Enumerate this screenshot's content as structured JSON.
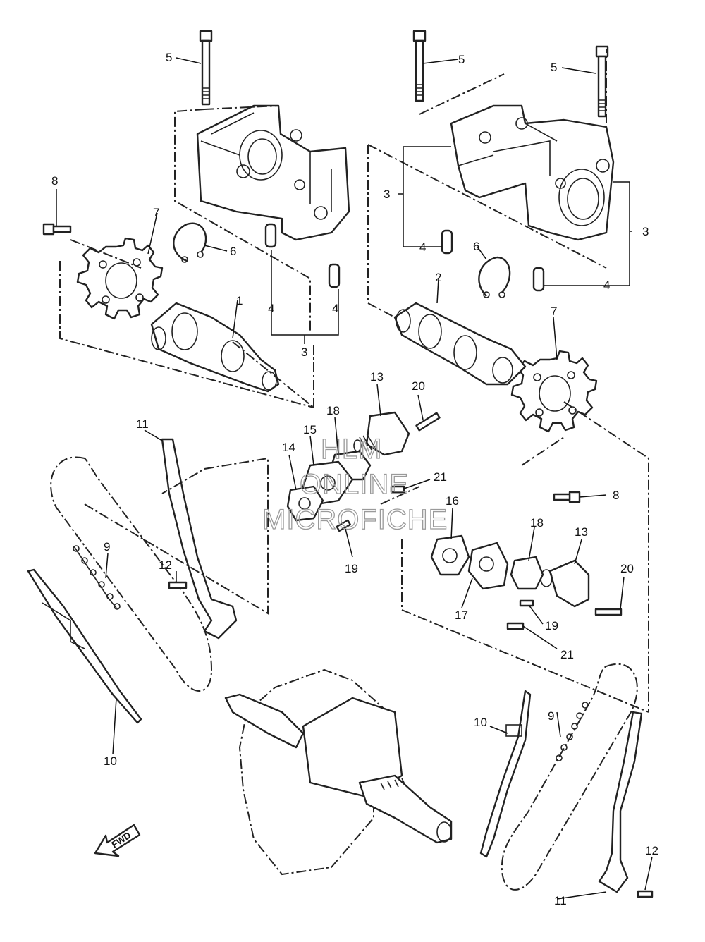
{
  "callouts": {
    "c1": "1",
    "c2": "2",
    "c3a": "3",
    "c3b": "3",
    "c3c": "3",
    "c4a": "4",
    "c4b": "4",
    "c4c": "4",
    "c4d": "4",
    "c5a": "5",
    "c5b": "5",
    "c5c": "5",
    "c6a": "6",
    "c6b": "6",
    "c7a": "7",
    "c7b": "7",
    "c8a": "8",
    "c8b": "8",
    "c9a": "9",
    "c9b": "9",
    "c10a": "10",
    "c10b": "10",
    "c11a": "11",
    "c11b": "11",
    "c12a": "12",
    "c12b": "12",
    "c13a": "13",
    "c13b": "13",
    "c14": "14",
    "c15": "15",
    "c16": "16",
    "c17": "17",
    "c18a": "18",
    "c18b": "18",
    "c19a": "19",
    "c19b": "19",
    "c20a": "20",
    "c20b": "20",
    "c21a": "21",
    "c21b": "21"
  },
  "watermark": {
    "line1": "HLM",
    "line2": "ONLINE",
    "line3": "MICROFICHE"
  },
  "fwd_label": "FWD",
  "colors": {
    "line": "#222222",
    "background": "#ffffff",
    "watermark": "#9a9a9a"
  }
}
